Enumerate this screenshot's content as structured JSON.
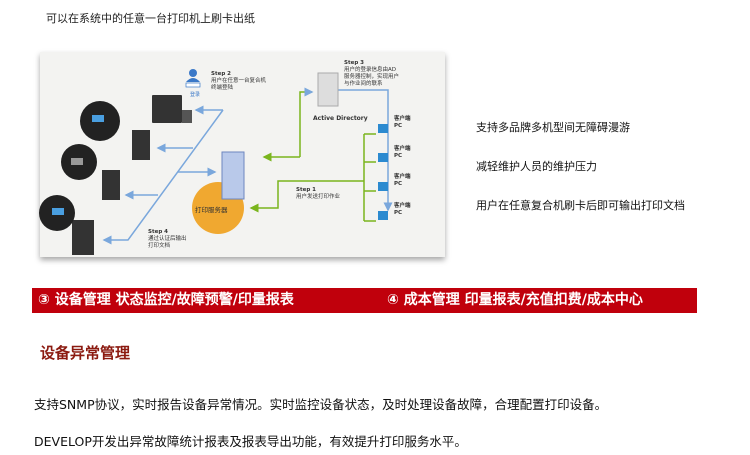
{
  "caption": "可以在系统中的任意一台打印机上刷卡出纸",
  "diagram": {
    "step1_title": "Step 1",
    "step1_text": "用户发送打印作业",
    "step2_title": "Step 2",
    "step2_line1": "用户在任意一台复合机",
    "step2_line2": "终端登陆",
    "login_label": "登录",
    "step3_title": "Step 3",
    "step3_line1": "用户的登录信息由AD",
    "step3_line2": "服务器控制，实现用户",
    "step3_line3": "与作业间的联系",
    "step4_title": "Step 4",
    "step4_line1": "通过认证后输出",
    "step4_line2": "打印文档",
    "ad_label": "Active Directory",
    "print_server_label": "打印服务器",
    "pc_label1": "客户端",
    "pc_label2": "PC"
  },
  "features": [
    "支持多品牌多机型间无障碍漫游",
    "减轻维护人员的维护压力",
    "用户在任意复合机刷卡后即可输出打印文档"
  ],
  "banner": {
    "left": "③ 设备管理 状态监控/故障预警/印量报表",
    "right": "④ 成本管理 印量报表/充值扣费/成本中心"
  },
  "section_title": "设备异常管理",
  "paragraphs": [
    "支持SNMP协议，实时报告设备异常情况。实时监控设备状态，及时处理设备故障，合理配置打印设备。",
    "DEVELOP开发出异常故障统计报表及报表导出功能，有效提升打印服务水平。"
  ],
  "colors": {
    "banner": "#c0000c",
    "title": "#8b1a10",
    "green": "#7ab51d",
    "blue": "#7aa7dc",
    "orange": "#f0a830"
  }
}
